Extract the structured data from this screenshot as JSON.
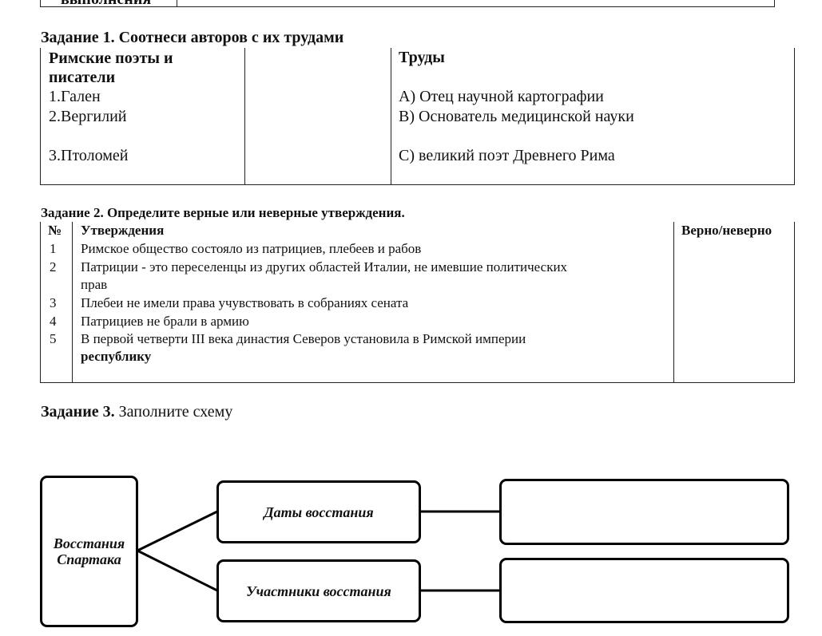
{
  "top_row": {
    "label": "выполнения"
  },
  "task1": {
    "heading": "Задание 1. Соотнеси авторов с их трудами",
    "col_authors": "Римские поэты и писатели",
    "col_works": "Труды",
    "authors": [
      "1.Гален",
      "2.Вергилий",
      "3.Птоломей"
    ],
    "works": [
      "А) Отец научной картографии",
      "В) Основатель медицинской науки",
      "С) великий поэт Древнего Рима"
    ]
  },
  "task2": {
    "heading": "Задание 2. Определите верные или неверные утверждения.",
    "col_num": "№",
    "col_statement": "Утверждения",
    "col_answer": "Верно/неверно",
    "rows": [
      {
        "num": "1",
        "text": "Римское общество состояло из патрициев, плебеев и рабов"
      },
      {
        "num": "2",
        "text": "Патриции -  это переселенцы из других областей Италии, не имевшие политических",
        "text2": "прав"
      },
      {
        "num": "3",
        "text": "Плебеи не имели права учувствовать в собраниях сената"
      },
      {
        "num": "4",
        "text": "Патрициев не брали в армию"
      },
      {
        "num": "5",
        "text": "В первой четверти III века династия Северов установила в Римской империи",
        "text2": "республику"
      }
    ]
  },
  "task3": {
    "heading_bold": "Задание 3.",
    "heading_rest": " Заполните схему",
    "root": "Восстания Спартака",
    "branches": [
      "Даты восстания",
      "Участники восстания"
    ],
    "answers": [
      "",
      ""
    ]
  }
}
